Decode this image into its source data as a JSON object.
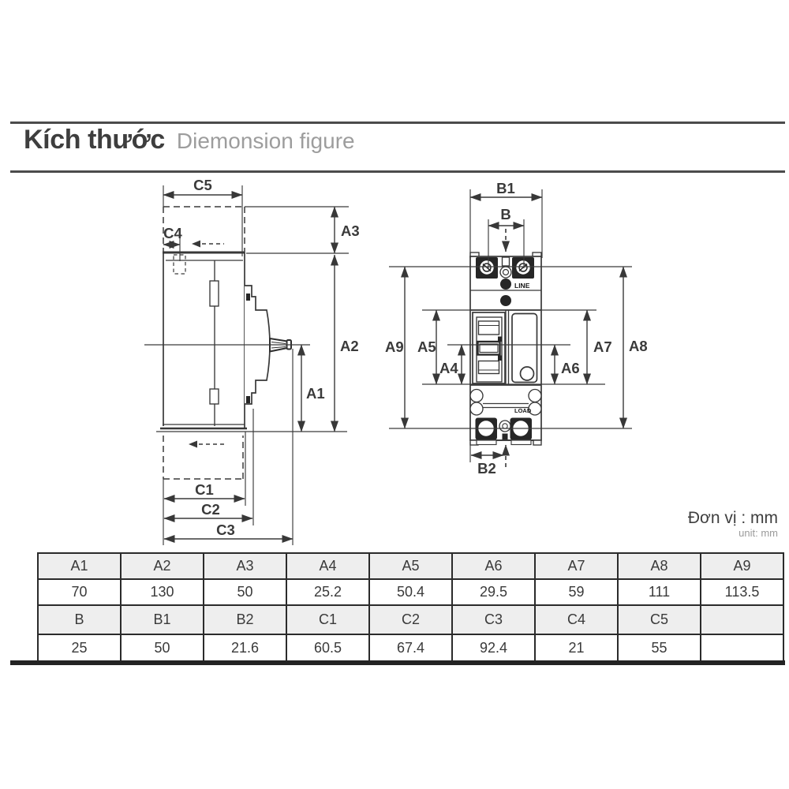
{
  "header": {
    "title_vi": "Kích thước",
    "title_en": "Diemonsion figure"
  },
  "unit_note": {
    "vi": "Đơn vị : mm",
    "en": "unit: mm"
  },
  "side_view": {
    "labels": {
      "C5": "C5",
      "C4": "C4",
      "A3": "A3",
      "A2": "A2",
      "A1": "A1",
      "C1": "C1",
      "C2": "C2",
      "C3": "C3"
    }
  },
  "front_view": {
    "labels": {
      "B1": "B1",
      "B": "B",
      "B2": "B2",
      "A4": "A4",
      "A5": "A5",
      "A6": "A6",
      "A7": "A7",
      "A8": "A8",
      "A9": "A9"
    },
    "markings": {
      "line": "LINE",
      "load": "LOAD"
    }
  },
  "table": {
    "rows": [
      {
        "type": "header",
        "cells": [
          "A1",
          "A2",
          "A3",
          "A4",
          "A5",
          "A6",
          "A7",
          "A8",
          "A9"
        ]
      },
      {
        "type": "value",
        "cells": [
          "70",
          "130",
          "50",
          "25.2",
          "50.4",
          "29.5",
          "59",
          "111",
          "113.5"
        ]
      },
      {
        "type": "header",
        "cells": [
          "B",
          "B1",
          "B2",
          "C1",
          "C2",
          "C3",
          "C4",
          "C5",
          ""
        ]
      },
      {
        "type": "value",
        "cells": [
          "25",
          "50",
          "21.6",
          "60.5",
          "67.4",
          "92.4",
          "21",
          "55",
          ""
        ]
      }
    ]
  },
  "colors": {
    "line": "#383838",
    "text": "#3a3a3a",
    "muted": "#9d9d9d",
    "table_header_bg": "#eeeeee",
    "table_border": "#2b2b2b",
    "rule": "#4b4b4b"
  }
}
